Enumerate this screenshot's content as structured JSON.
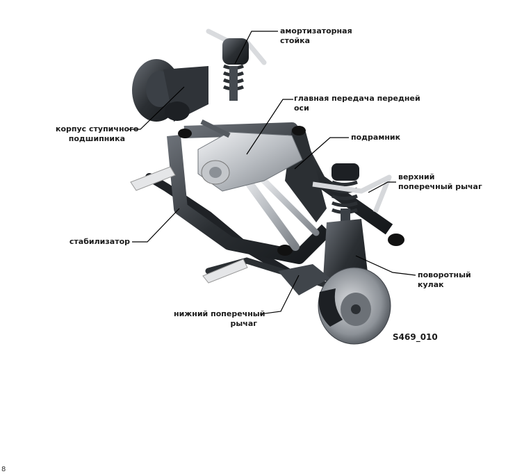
{
  "labels": {
    "strut": [
      "амортизаторная",
      "стойка"
    ],
    "final_drive": [
      "главная передача передней",
      "оси"
    ],
    "subframe": [
      "подрамник"
    ],
    "upper_arm": [
      "верхний",
      "поперечный рычаг"
    ],
    "hub_housing": [
      "корпус ступичного",
      "подшипника"
    ],
    "stabilizer": [
      "стабилизатор"
    ],
    "knuckle": [
      "поворотный",
      "кулак"
    ],
    "lower_arm": [
      "нижний поперечный",
      "рычаг"
    ]
  },
  "figure_code": "S469_010",
  "page_number": "8",
  "colors": {
    "metal_dark": "#2b2f33",
    "metal_mid": "#5b6067",
    "aluminium": "#c9ccd0",
    "leader": "#000000"
  }
}
